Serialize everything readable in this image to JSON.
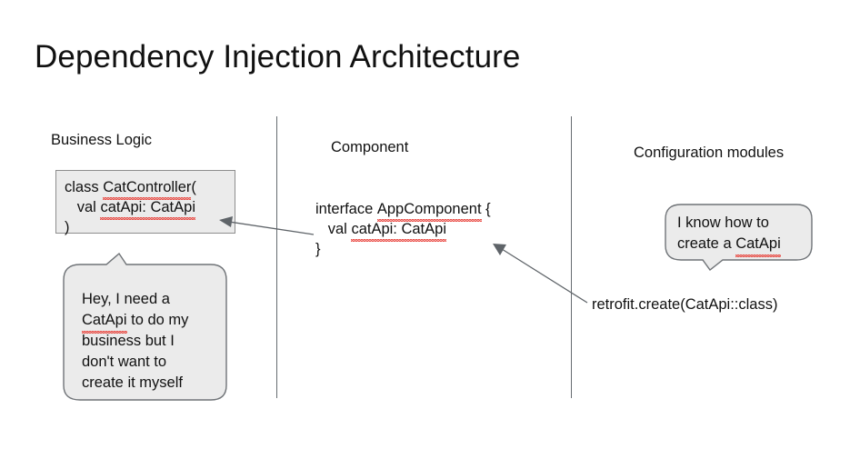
{
  "slide": {
    "title": "Dependency Injection Architecture",
    "background_color": "#ffffff",
    "text_color": "#111111"
  },
  "columns": {
    "business_logic": {
      "heading": "Business Logic",
      "code_box": {
        "line_1_pre": "class ",
        "line_1_sq": "CatController",
        "line_1_post": "(",
        "line_2_pre": "   val ",
        "line_2_sq": "catApi: CatApi",
        "line_3": ")",
        "fill_color": "#ebebeb",
        "border_color": "#8d8d8d"
      },
      "bubble": {
        "line_1": "Hey, I need a",
        "line_2_sq": "CatApi",
        "line_2_post": " to do my",
        "line_3": "business but I",
        "line_4": "don't want to",
        "line_5": "create it myself",
        "fill_color": "#ebebeb",
        "border_color": "#6f7377",
        "tail": "up"
      }
    },
    "component": {
      "heading": "Component",
      "code": {
        "line_1_pre": "interface ",
        "line_1_sq": "AppComponent",
        "line_1_post": " {",
        "line_2_pre": "   val ",
        "line_2_sq": "catApi: CatApi",
        "line_3": "}"
      }
    },
    "configuration_modules": {
      "heading": "Configuration modules",
      "bubble": {
        "line_1": "I know how to",
        "line_2_pre": "create a ",
        "line_2_sq": "CatApi",
        "fill_color": "#ebebeb",
        "border_color": "#6f7377",
        "tail": "down"
      },
      "retrofit_call": "retrofit.create(CatApi::class)"
    }
  },
  "dividers": {
    "color": "#666b70",
    "count": 2
  },
  "arrows": {
    "color": "#5f6469",
    "component_to_controller": "interface AppComponent provides CatApi to CatController",
    "retrofit_to_component": "retrofit.create(CatApi::class) satisfies AppComponent"
  },
  "spellcheck": {
    "squiggle_color": "#e8362f"
  }
}
